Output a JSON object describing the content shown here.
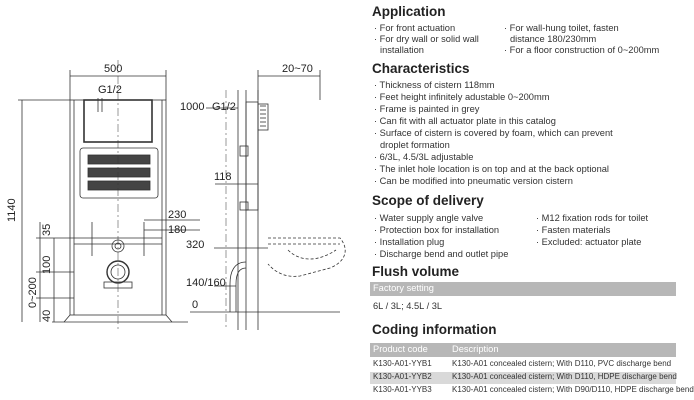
{
  "drawing": {
    "dim_width": "500",
    "dim_depth": "20~70",
    "dim_height": "1140",
    "dim_1000": "1000",
    "dim_g12_front": "G1/2",
    "dim_g12_side": "G1/2",
    "dim_118": "118",
    "dim_230": "230",
    "dim_180": "180",
    "dim_320": "320",
    "dim_35": "35",
    "dim_100": "100",
    "dim_0_200": "0~200",
    "dim_40": "40",
    "dim_140_160": "140/160",
    "dim_0": "0"
  },
  "application": {
    "title": "Application",
    "left": [
      "· For front actuation",
      "· For dry wall or solid wall",
      "installation"
    ],
    "right": [
      "· For wall-hung toilet, fasten",
      "distance 180/230mm",
      "· For a floor construction of 0~200mm"
    ]
  },
  "characteristics": {
    "title": "Characteristics",
    "items": [
      "· Thickness of cistern 118mm",
      "· Feet height infinitely adustable 0~200mm",
      "· Frame is painted in grey",
      "· Can fit with all actuator plate in this catalog",
      "· Surface of cistern is covered by foam, which can prevent",
      "droplet formation",
      "· 6/3L, 4.5/3L adjustable",
      "· The inlet hole location is on top and at the back optional",
      "· Can be modified into pneumatic version cistern"
    ]
  },
  "scope": {
    "title": "Scope of delivery",
    "left": [
      "· Water supply angle valve",
      "· Protection box for installation",
      "· Installation plug",
      "· Discharge bend and outlet pipe"
    ],
    "right": [
      "· M12 fixation rods for toilet",
      "· Fasten materials",
      "· Excluded: actuator plate"
    ]
  },
  "flush": {
    "title": "Flush volume",
    "header": "Factory setting",
    "value": "6L / 3L; 4.5L / 3L"
  },
  "coding": {
    "title": "Coding information",
    "col1": "Product code",
    "col2": "Description",
    "rows": [
      {
        "code": "K130-A01-YYB1",
        "desc": "K130-A01 concealed cistern; With D110, PVC discharge bend"
      },
      {
        "code": "K130-A01-YYB2",
        "desc": "K130-A01 concealed cistern; With D110, HDPE discharge bend"
      },
      {
        "code": "K130-A01-YYB3",
        "desc": "K130-A01 concealed cistern; With D90/D110, HDPE discharge bend"
      }
    ]
  }
}
